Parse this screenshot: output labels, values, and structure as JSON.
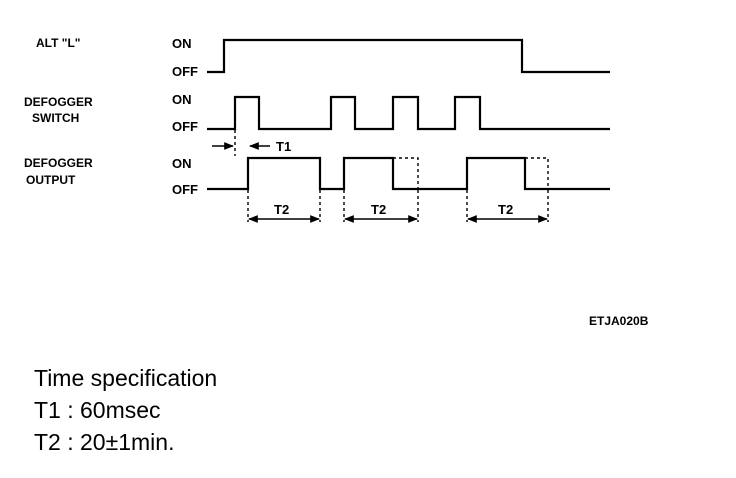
{
  "signals": [
    {
      "name": "ALT \"L\"",
      "on": "ON",
      "off": "OFF"
    },
    {
      "name_lines": [
        "DEFOGGER",
        "SWITCH"
      ],
      "on": "ON",
      "off": "OFF"
    },
    {
      "name_lines": [
        "DEFOGGER",
        "OUTPUT"
      ],
      "on": "ON",
      "off": "OFF"
    }
  ],
  "timing_labels": {
    "t1": "T1",
    "t2": "T2"
  },
  "figure_code": "ETJA020B",
  "spec": {
    "title": "Time specification",
    "t1": "T1 :  60msec",
    "t2": "T2 :  20±1min."
  }
}
